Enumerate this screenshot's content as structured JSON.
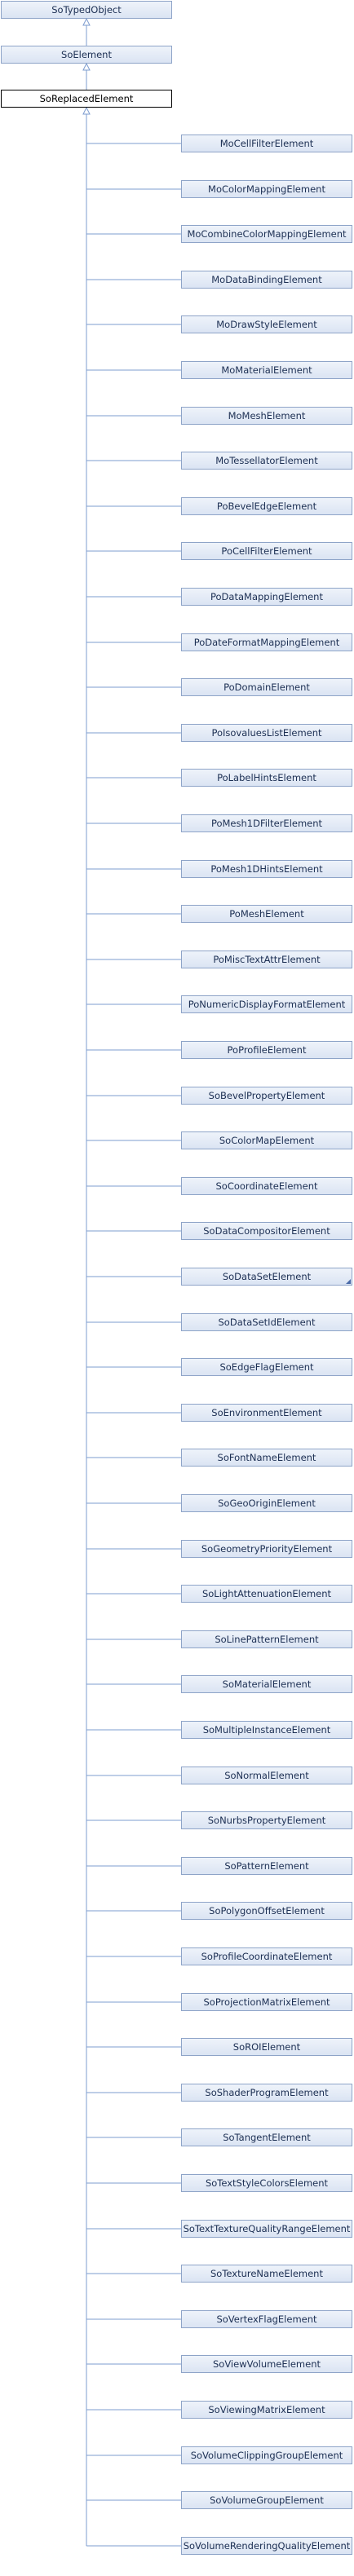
{
  "ancestors": [
    "SoTypedObject",
    "SoElement"
  ],
  "root": "SoReplacedElement",
  "children": [
    "MoCellFilterElement",
    "MoColorMappingElement",
    "MoCombineColorMappingElement",
    "MoDataBindingElement",
    "MoDrawStyleElement",
    "MoMaterialElement",
    "MoMeshElement",
    "MoTessellatorElement",
    "PoBevelEdgeElement",
    "PoCellFilterElement",
    "PoDataMappingElement",
    "PoDateFormatMappingElement",
    "PoDomainElement",
    "PoIsovaluesListElement",
    "PoLabelHintsElement",
    "PoMesh1DFilterElement",
    "PoMesh1DHintsElement",
    "PoMeshElement",
    "PoMiscTextAttrElement",
    "PoNumericDisplayFormatElement",
    "PoProfileElement",
    "SoBevelPropertyElement",
    "SoColorMapElement",
    "SoCoordinateElement",
    "SoDataCompositorElement",
    "SoDataSetElement",
    "SoDataSetIdElement",
    "SoEdgeFlagElement",
    "SoEnvironmentElement",
    "SoFontNameElement",
    "SoGeoOriginElement",
    "SoGeometryPriorityElement",
    "SoLightAttenuationElement",
    "SoLinePatternElement",
    "SoMaterialElement",
    "SoMultipleInstanceElement",
    "SoNormalElement",
    "SoNurbsPropertyElement",
    "SoPatternElement",
    "SoPolygonOffsetElement",
    "SoProfileCoordinateElement",
    "SoProjectionMatrixElement",
    "SoROIElement",
    "SoShaderProgramElement",
    "SoTangentElement",
    "SoTextStyleColorsElement",
    "SoTextTextureQualityRangeElement",
    "SoTextureNameElement",
    "SoVertexFlagElement",
    "SoViewVolumeElement",
    "SoViewingMatrixElement",
    "SoVolumeClippingGroupElement",
    "SoVolumeGroupElement",
    "SoVolumeRenderingQualityElement"
  ],
  "marked_child": "SoDataSetElement",
  "colors": {
    "node_border": "#8ea4c8",
    "node_text": "#1c2f53",
    "edge": "#7d9ccf",
    "root_border": "#000000"
  }
}
